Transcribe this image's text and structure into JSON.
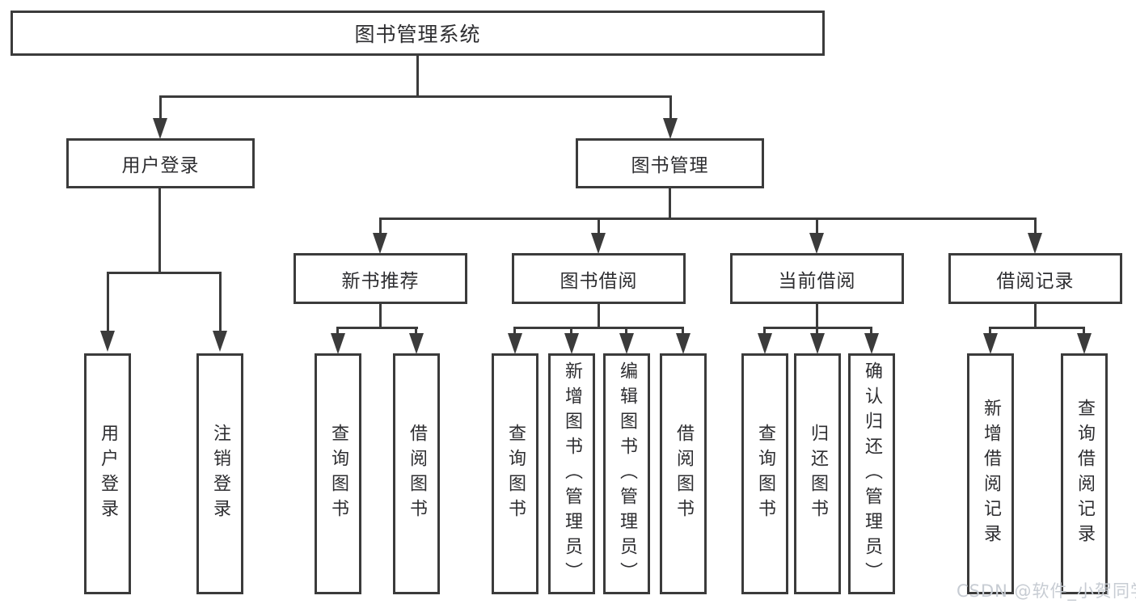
{
  "nodes": {
    "root": {
      "label": "图书管理系统"
    },
    "level2": [
      {
        "label": "用户登录"
      },
      {
        "label": "图书管理"
      }
    ],
    "level3": [
      {
        "label": "新书推荐"
      },
      {
        "label": "图书借阅"
      },
      {
        "label": "当前借阅"
      },
      {
        "label": "借阅记录"
      }
    ],
    "leaves": {
      "login": [
        {
          "label": "用户登录"
        },
        {
          "label": "注销登录"
        }
      ],
      "recommend": [
        {
          "label": "查询图书"
        },
        {
          "label": "借阅图书"
        }
      ],
      "borrow": [
        {
          "label": "查询图书"
        },
        {
          "label": "新增图书（管理员）"
        },
        {
          "label": "编辑图书（管理员）"
        },
        {
          "label": "借阅图书"
        }
      ],
      "current": [
        {
          "label": "查询图书"
        },
        {
          "label": "归还图书"
        },
        {
          "label": "确认归还（管理员）"
        }
      ],
      "records": [
        {
          "label": "新增借阅记录"
        },
        {
          "label": "查询借阅记录"
        }
      ]
    }
  },
  "watermark": {
    "text": "CSDN @软件_小贺同学"
  },
  "colors": {
    "line": "#3b3b3b",
    "text": "#2e2e31",
    "watermark": "#c7ccd3",
    "background": "#ffffff"
  }
}
